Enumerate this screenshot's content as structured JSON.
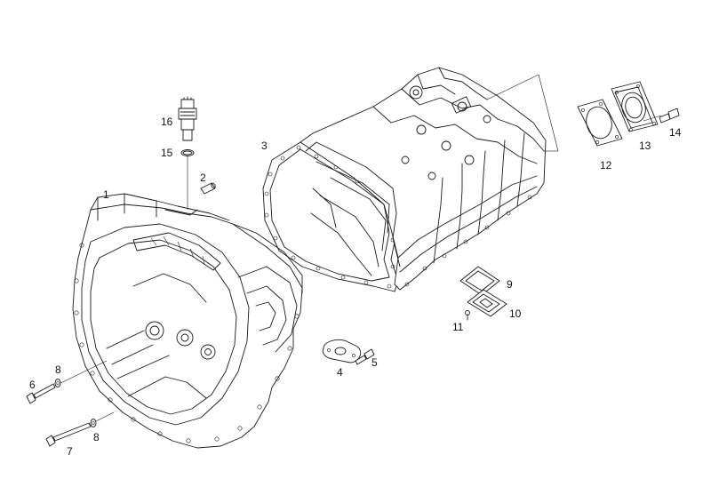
{
  "callouts": [
    {
      "id": "1",
      "label": "1"
    },
    {
      "id": "2",
      "label": "2"
    },
    {
      "id": "3",
      "label": "3"
    },
    {
      "id": "4",
      "label": "4"
    },
    {
      "id": "5",
      "label": "5"
    },
    {
      "id": "6",
      "label": "6"
    },
    {
      "id": "7",
      "label": "7"
    },
    {
      "id": "8a",
      "label": "8"
    },
    {
      "id": "8b",
      "label": "8"
    },
    {
      "id": "9",
      "label": "9"
    },
    {
      "id": "10",
      "label": "10"
    },
    {
      "id": "11",
      "label": "11"
    },
    {
      "id": "12",
      "label": "12"
    },
    {
      "id": "13",
      "label": "13"
    },
    {
      "id": "14",
      "label": "14"
    },
    {
      "id": "15",
      "label": "15"
    },
    {
      "id": "16",
      "label": "16"
    }
  ],
  "parts": [
    {
      "name": "clutch-housing-bell"
    },
    {
      "name": "dowel-pin"
    },
    {
      "name": "housing-gasket"
    },
    {
      "name": "cover-plate"
    },
    {
      "name": "cover-bolt"
    },
    {
      "name": "housing-bolt-short"
    },
    {
      "name": "housing-bolt-long"
    },
    {
      "name": "washer"
    },
    {
      "name": "cover-gasket-small"
    },
    {
      "name": "inspection-cover"
    },
    {
      "name": "inspection-cover-screw"
    },
    {
      "name": "flange-gasket"
    },
    {
      "name": "rear-flange-cover"
    },
    {
      "name": "flange-bolt"
    },
    {
      "name": "o-ring"
    },
    {
      "name": "sensor-switch"
    },
    {
      "name": "gearbox-main-housing"
    }
  ]
}
